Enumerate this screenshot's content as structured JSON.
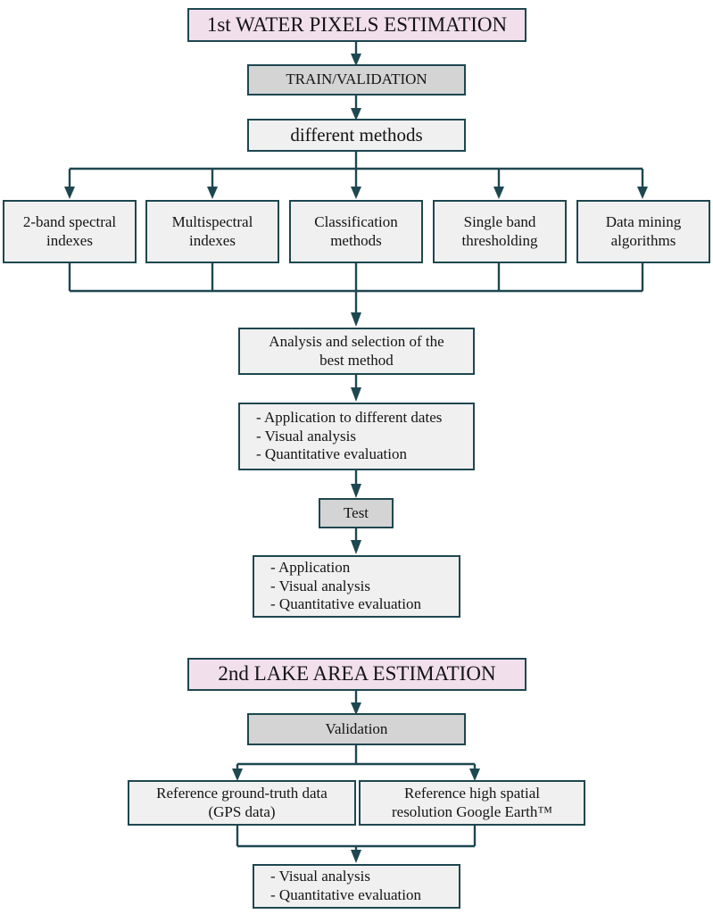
{
  "diagram": {
    "title": "Water pixels estimation and lake area estimation workflow",
    "colors": {
      "stroke": "#1e4750",
      "phase_header_fill": "#f2dfec",
      "stage_fill": "#d4d4d4",
      "node_fill": "#f0f0f0",
      "text": "#141414",
      "background": "#ffffff"
    }
  },
  "phase1": {
    "header": "1st WATER PIXELS ESTIMATION",
    "stage": "TRAIN/VALIDATION",
    "branch_source": "different methods",
    "methods": [
      {
        "line1": "2-band spectral",
        "line2": "indexes"
      },
      {
        "line1": "Multispectral",
        "line2": "indexes"
      },
      {
        "line1": "Classification",
        "line2": "methods"
      },
      {
        "line1": "Single band",
        "line2": "thresholding"
      },
      {
        "line1": "Data mining",
        "line2": "algorithms"
      }
    ],
    "selection": {
      "line1": "Analysis and selection of the",
      "line2": "best method"
    },
    "evaluation_train": {
      "line1": "- Application to different dates",
      "line2": "- Visual analysis",
      "line3": "- Quantitative evaluation"
    },
    "test_stage": "Test",
    "evaluation_test": {
      "line1": "- Application",
      "line2": "- Visual analysis",
      "line3": "- Quantitative evaluation"
    }
  },
  "phase2": {
    "header": "2nd LAKE AREA ESTIMATION",
    "stage": "Validation",
    "references": [
      {
        "line1": "Reference ground-truth data",
        "line2": "(GPS data)"
      },
      {
        "line1": "Reference high spatial",
        "line2": "resolution Google Earth™"
      }
    ],
    "evaluation": {
      "line1": "- Visual analysis",
      "line2": "- Quantitative evaluation"
    }
  }
}
